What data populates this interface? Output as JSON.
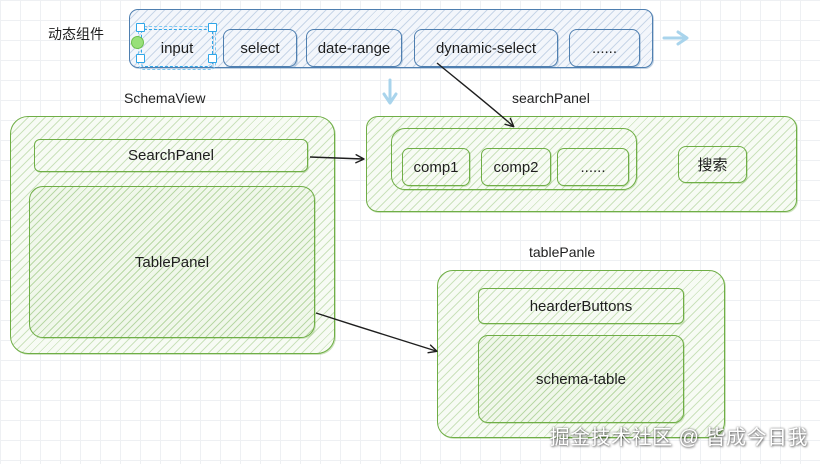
{
  "dynamic_components": {
    "title": "动态组件",
    "items": [
      "input",
      "select",
      "date-range",
      "dynamic-select",
      "......"
    ],
    "selected_index": 0
  },
  "schema_view": {
    "title": "SchemaView",
    "search_panel_label": "SearchPanel",
    "table_panel_label": "TablePanel"
  },
  "search_panel": {
    "title": "searchPanel",
    "components": [
      "comp1",
      "comp2",
      "......"
    ],
    "search_button_label": "搜索"
  },
  "table_panel": {
    "title": "tablePanle",
    "header_buttons_label": "hearderButtons",
    "schema_table_label": "schema-table"
  },
  "watermark": {
    "text": "掘金技术社区 @ 皆成今日我"
  },
  "colors": {
    "blue_stroke": "#4f7fb0",
    "green_stroke": "#6fae46",
    "selection": "#2fa6e8",
    "ghost_arrow": "#a9d4ec",
    "arrow": "#1e1e1e"
  },
  "icons": {
    "ghost_arrow_right": "arrow-right-icon",
    "ghost_arrow_down": "arrow-down-icon",
    "resize_handle": "resize-handle-icon",
    "rotate_handle": "rotate-handle-icon"
  }
}
